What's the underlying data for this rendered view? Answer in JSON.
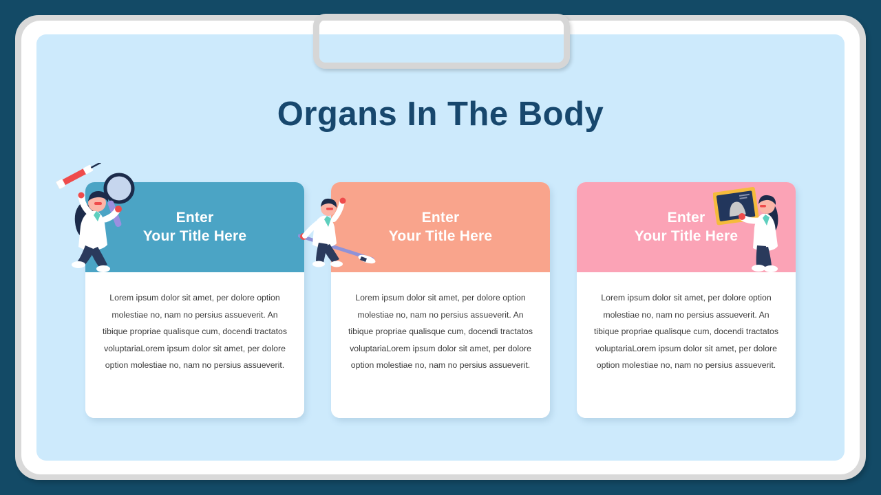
{
  "slide": {
    "title": "Organs In The Body",
    "background_color": "#134a66",
    "panel_color": "#cdeafc",
    "frame_color": "#d9d9d9",
    "title_color": "#17476d"
  },
  "body_text": "Lorem  ipsum dolor sit amet, per  dolore option molestiae no,  nam no persius assueverit. An tibique propriae qualisque cum,  docendi tractatos voluptariaLorem ipsum dolor sit amet,  per dolore option molestiae no, nam no persius assueverit.",
  "cards": [
    {
      "title": "Enter\nYour Title Here",
      "header_color": "#4ba4c5",
      "illustration": "female-doctor-with-syringe-and-magnifier",
      "body": "Lorem  ipsum dolor sit amet, per  dolore option molestiae no,  nam no persius assueverit. An tibique propriae qualisque cum,  docendi tractatos voluptariaLorem ipsum dolor sit amet,  per dolore option molestiae no, nam no persius assueverit."
    },
    {
      "title": "Enter\nYour Title Here",
      "header_color": "#f9a48c",
      "illustration": "male-doctor-pointing-up",
      "body": "Lorem  ipsum dolor sit amet, per  dolore option molestiae no,  nam no persius assueverit. An tibique propriae qualisque cum,  docendi tractatos voluptariaLorem ipsum dolor sit amet,  per dolore option molestiae no, nam no persius assueverit."
    },
    {
      "title": "Enter\nYour Title Here",
      "header_color": "#fba3b6",
      "illustration": "female-doctor-holding-ultrasound-scan",
      "body": "Lorem  ipsum dolor sit amet, per  dolore option molestiae no,  nam no persius assueverit. An tibique propriae qualisque cum,  docendi tractatos voluptariaLorem ipsum dolor sit amet,  per dolore option molestiae no, nam no persius assueverit."
    }
  ]
}
